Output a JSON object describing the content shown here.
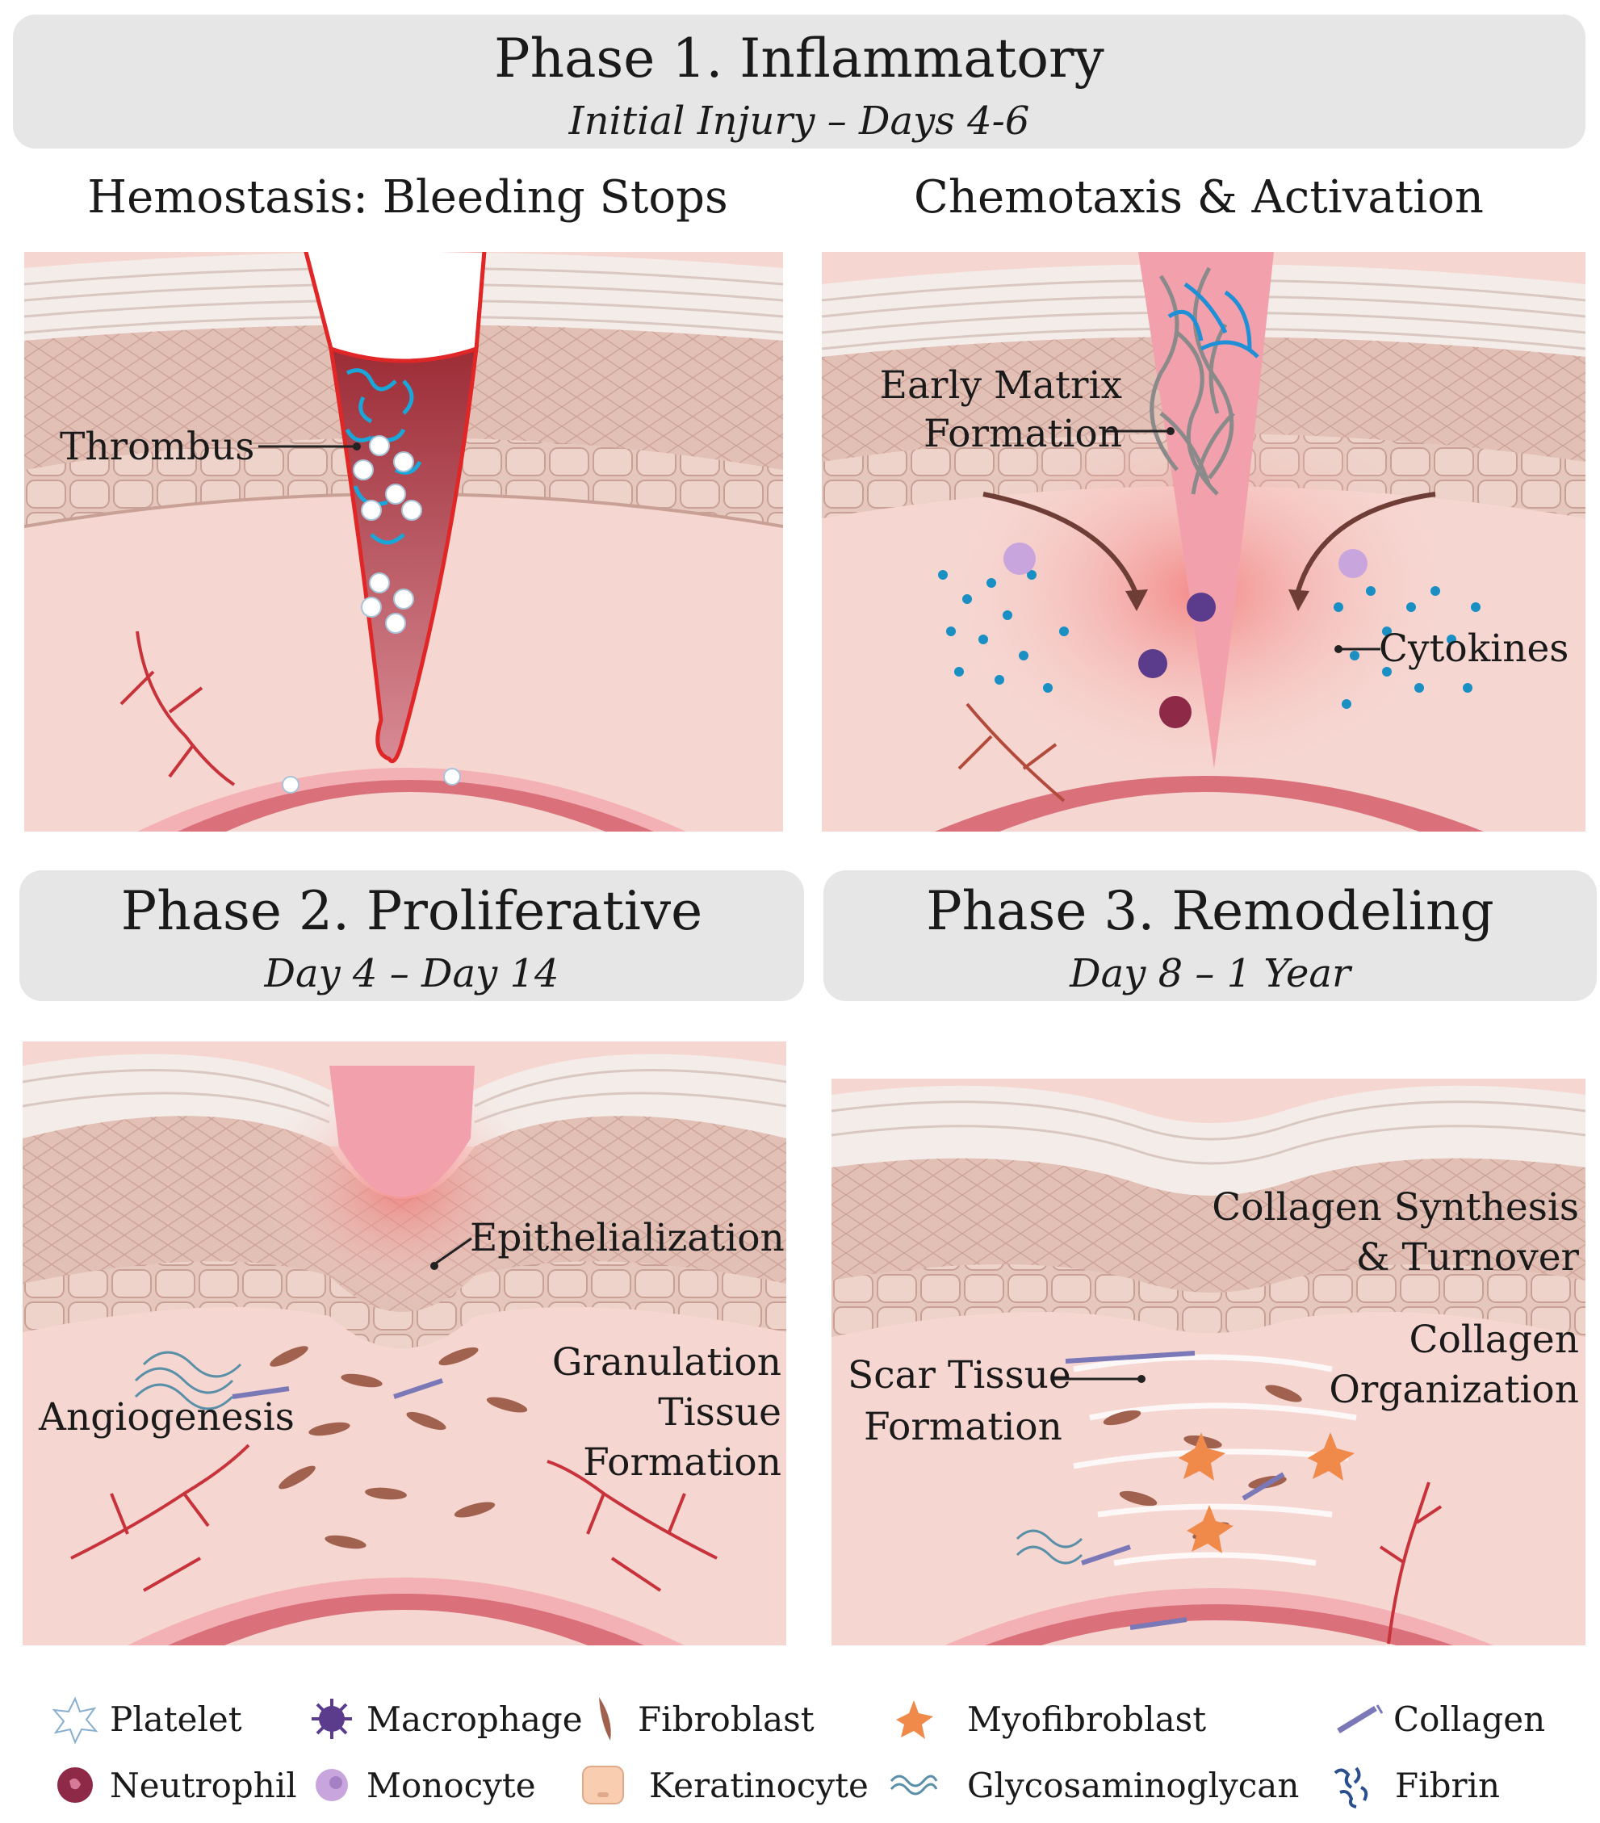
{
  "phase1": {
    "title": "Phase 1. Inflammatory",
    "subtitle": "Initial Injury – Days 4-6",
    "hemostasis": {
      "title": "Hemostasis: Bleeding Stops",
      "thrombus_label": "Thrombus"
    },
    "chemotaxis": {
      "title": "Chemotaxis & Activation",
      "matrix_label_line1": "Early Matrix",
      "matrix_label_line2": "Formation",
      "cytokines_label": "Cytokines"
    }
  },
  "phase2": {
    "title": "Phase 2. Proliferative",
    "subtitle": "Day 4 – Day 14",
    "epithelialization_label": "Epithelialization",
    "angiogenesis_label": "Angiogenesis",
    "granulation_line1": "Granulation",
    "granulation_line2": "Tissue",
    "granulation_line3": "Formation"
  },
  "phase3": {
    "title": "Phase 3. Remodeling",
    "subtitle": "Day 8 – 1 Year",
    "synthesis_line1": "Collagen Synthesis",
    "synthesis_line2": "& Turnover",
    "organization_line1": "Collagen",
    "organization_line2": "Organization",
    "scar_line1": "Scar Tissue",
    "scar_line2": "Formation"
  },
  "legend": {
    "platelet": "Platelet",
    "macrophage": "Macrophage",
    "fibroblast": "Fibroblast",
    "myofibroblast": "Myofibroblast",
    "collagen": "Collagen",
    "neutrophil": "Neutrophil",
    "monocyte": "Monocyte",
    "keratinocyte": "Keratinocyte",
    "glycosaminoglycan": "Glycosaminoglycan",
    "fibrin": "Fibrin"
  },
  "colors": {
    "banner": "#e6e6e6",
    "dermis": "#f6d6d1",
    "epidermis": "#e2c0b6",
    "stratum_corneum": "#f4ece8",
    "blood_vessel": "#d9707a",
    "wound": "#f2a0ac",
    "thrombus": "#a31d2a",
    "cytokine": "#1a8fc4",
    "macrophage": "#5a3b8c",
    "myofibroblast": "#f08a4b"
  }
}
